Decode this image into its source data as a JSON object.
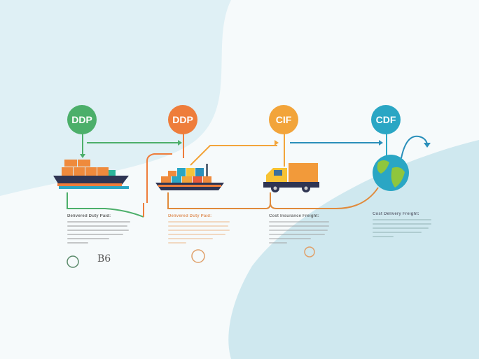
{
  "colors": {
    "green": "#4caf6a",
    "orange": "#ee7d3b",
    "amber": "#f2a43a",
    "blue": "#2aa6c4",
    "navy": "#2f3553",
    "bg_light": "#f3f9fb",
    "bg_blue": "#d4ecf2"
  },
  "stages": [
    {
      "label": "DDP",
      "color": "#4caf6a",
      "icon": "cargo-ship-icon",
      "info_title": "Delivered Duty Paid:"
    },
    {
      "label": "DDP",
      "color": "#ee7d3b",
      "icon": "container-ship-icon",
      "info_title": "Delivered Duty Paid:"
    },
    {
      "label": "CIF",
      "color": "#f2a43a",
      "icon": "delivery-truck-icon",
      "info_title": "Cost Insurance Freight:"
    },
    {
      "label": "CDF",
      "color": "#2aa6c4",
      "icon": "globe-icon",
      "info_title": "Cost Delivery Freight:"
    }
  ],
  "badges": {
    "stage1_number": "B6"
  }
}
